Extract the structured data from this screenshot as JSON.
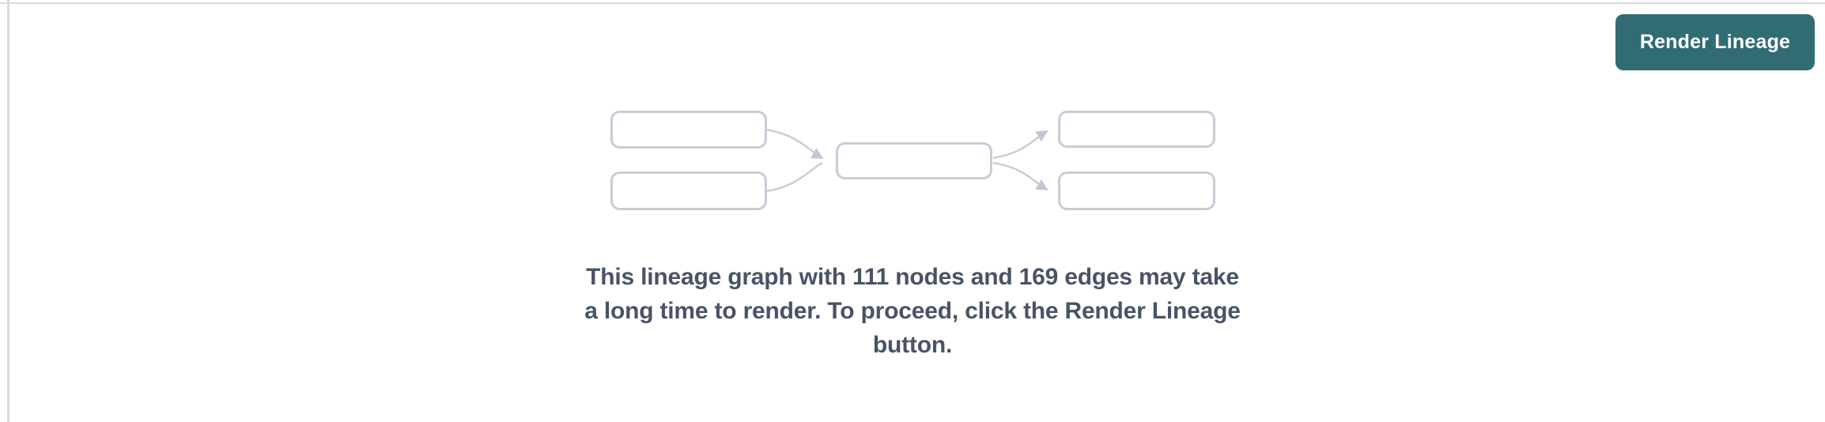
{
  "page": {
    "background": "#ffffff",
    "divider_color": "#d9d9dd"
  },
  "toolbar": {
    "render_button_label": "Render Lineage",
    "button_bg": "#316c74",
    "button_text_color": "#ffffff"
  },
  "empty_state": {
    "illustration": {
      "name": "lineage-graph-placeholder",
      "box_count": 5,
      "edge_count_drawn": 4,
      "stroke_color": "#c7cdd7"
    },
    "message_lines": [
      "This lineage graph with 111 nodes and 169 edges may take",
      "a long time to render. To proceed, click the Render Lineage",
      "button."
    ],
    "message_full": "This lineage graph with 111 nodes and 169 edges may take a long time to render. To proceed, click the Render Lineage button.",
    "node_count": "111",
    "edge_count": "169",
    "text_color": "#475467"
  }
}
